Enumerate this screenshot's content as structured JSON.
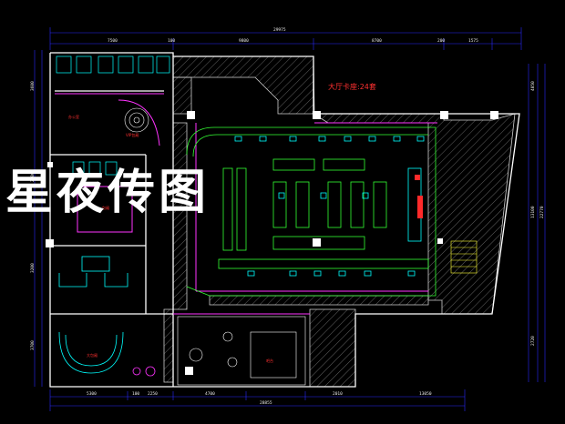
{
  "watermark_text": "星夜传图",
  "hall_title": "大厅卡座:24套",
  "dimensions": {
    "top_total": "29975",
    "top_segments": [
      "7500",
      "100",
      "9800",
      "8700",
      "200",
      "1575"
    ],
    "bottom_total": "28855",
    "bottom_segments": [
      "5300",
      "100",
      "2250",
      "4700",
      "2010",
      "13050"
    ],
    "left_segments": [
      "3600",
      "2100",
      "3200",
      "3700"
    ],
    "right_segments": [
      "4050",
      "13100",
      "2720"
    ],
    "right_total": "22770"
  },
  "room_labels": {
    "upper_left_room": "办公室",
    "round_room": "VIP包厢",
    "mid_left_room": "包厢",
    "bottom_room": "大包厢",
    "bar_counter": "吧台"
  },
  "colors": {
    "wall": "#ffffff",
    "hatch": "#8a8a8a",
    "furniture": "#33ff33",
    "sofa": "#00ffff",
    "partition": "#ff33ff",
    "dimension": "#1a1aff",
    "red_text": "#ff2a2a",
    "yellow": "#ffff33"
  }
}
